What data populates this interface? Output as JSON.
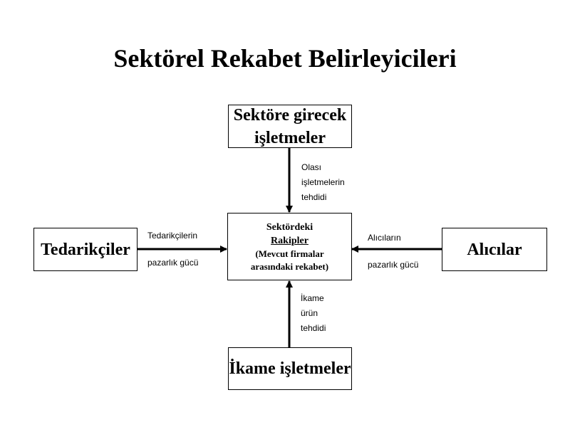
{
  "title": "Sektörel Rekabet Belirleyicileri",
  "nodes": {
    "top": {
      "lines": [
        "Sektöre girecek",
        "işletmeler"
      ]
    },
    "left": {
      "text": "Tedarikçiler"
    },
    "right": {
      "text": "Alıcılar"
    },
    "bottom": {
      "text": "İkame işletmeler"
    },
    "center": {
      "line1": "Sektördeki",
      "line2": "Rakipler",
      "line3": "(Mevcut firmalar",
      "line4": "arasındaki rekabet)"
    }
  },
  "edges": {
    "top": {
      "lines": [
        "Olası",
        "işletmelerin",
        "tehdidi"
      ]
    },
    "left": {
      "line1": "Tedarikçilerin",
      "line2": "pazarlık gücü"
    },
    "right": {
      "line1": "Alıcıların",
      "line2": "pazarlık gücü"
    },
    "bottom": {
      "lines": [
        "İkame",
        "ürün",
        "tehdidi"
      ]
    }
  }
}
